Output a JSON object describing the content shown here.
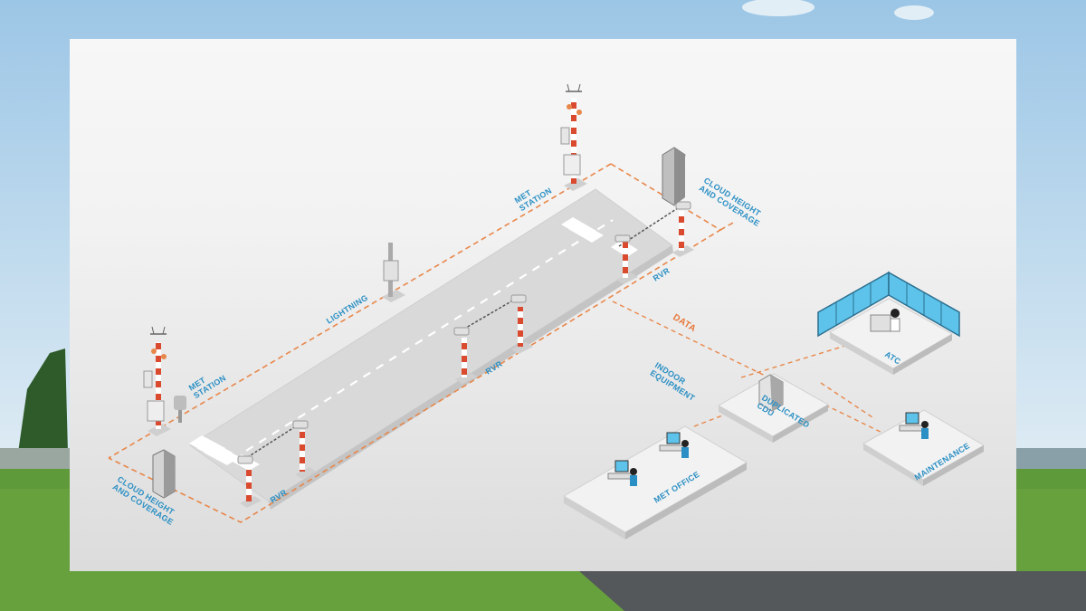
{
  "labels": {
    "met_station_top": [
      "MET",
      "STATION"
    ],
    "met_station_left": [
      "MET",
      "STATION"
    ],
    "cloud_top": [
      "CLOUD HEIGHT",
      "AND COVERAGE"
    ],
    "cloud_left": [
      "CLOUD HEIGHT",
      "AND COVERAGE"
    ],
    "lightning": "LIGHTNING",
    "rvr_top": "RVR",
    "rvr_mid": "RVR",
    "rvr_bottom": "RVR",
    "data": "DATA",
    "indoor": [
      "INDOOR",
      "EQUIPMENT"
    ],
    "cdu": [
      "DUPLICATED",
      "CDU"
    ],
    "atc": "ATC",
    "met_office": "MET OFFICE",
    "maintenance": "MAINTENANCE"
  },
  "colors": {
    "accent_label": "#2a8fc4",
    "dashed_link": "#e8874a",
    "runway": "#d9d9d9",
    "mast_red": "#d94a2e",
    "screen_blue": "#5ec3ea"
  }
}
